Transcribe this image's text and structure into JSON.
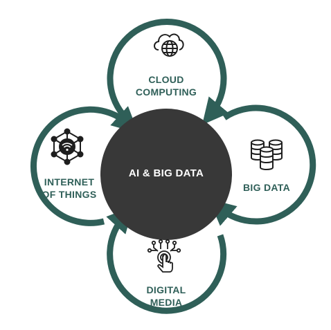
{
  "center": {
    "label": "AI & BIG DATA"
  },
  "nodes": [
    {
      "id": "cloud-computing",
      "lines": [
        "CLOUD",
        "COMPUTING"
      ],
      "icon": "cloud-globe-icon"
    },
    {
      "id": "big-data",
      "lines": [
        "BIG DATA"
      ],
      "icon": "database-icon"
    },
    {
      "id": "digital-media",
      "lines": [
        "DIGITAL",
        "MEDIA"
      ],
      "icon": "touch-circuit-icon"
    },
    {
      "id": "internet-of-things",
      "lines": [
        "INTERNET",
        "OF THINGS"
      ],
      "icon": "network-wifi-icon"
    }
  ],
  "colors": {
    "ring": "#2f5f58",
    "center_fill": "#383838",
    "label": "#2f5f58",
    "center_text": "#ffffff",
    "icon": "#1e1e1e"
  }
}
